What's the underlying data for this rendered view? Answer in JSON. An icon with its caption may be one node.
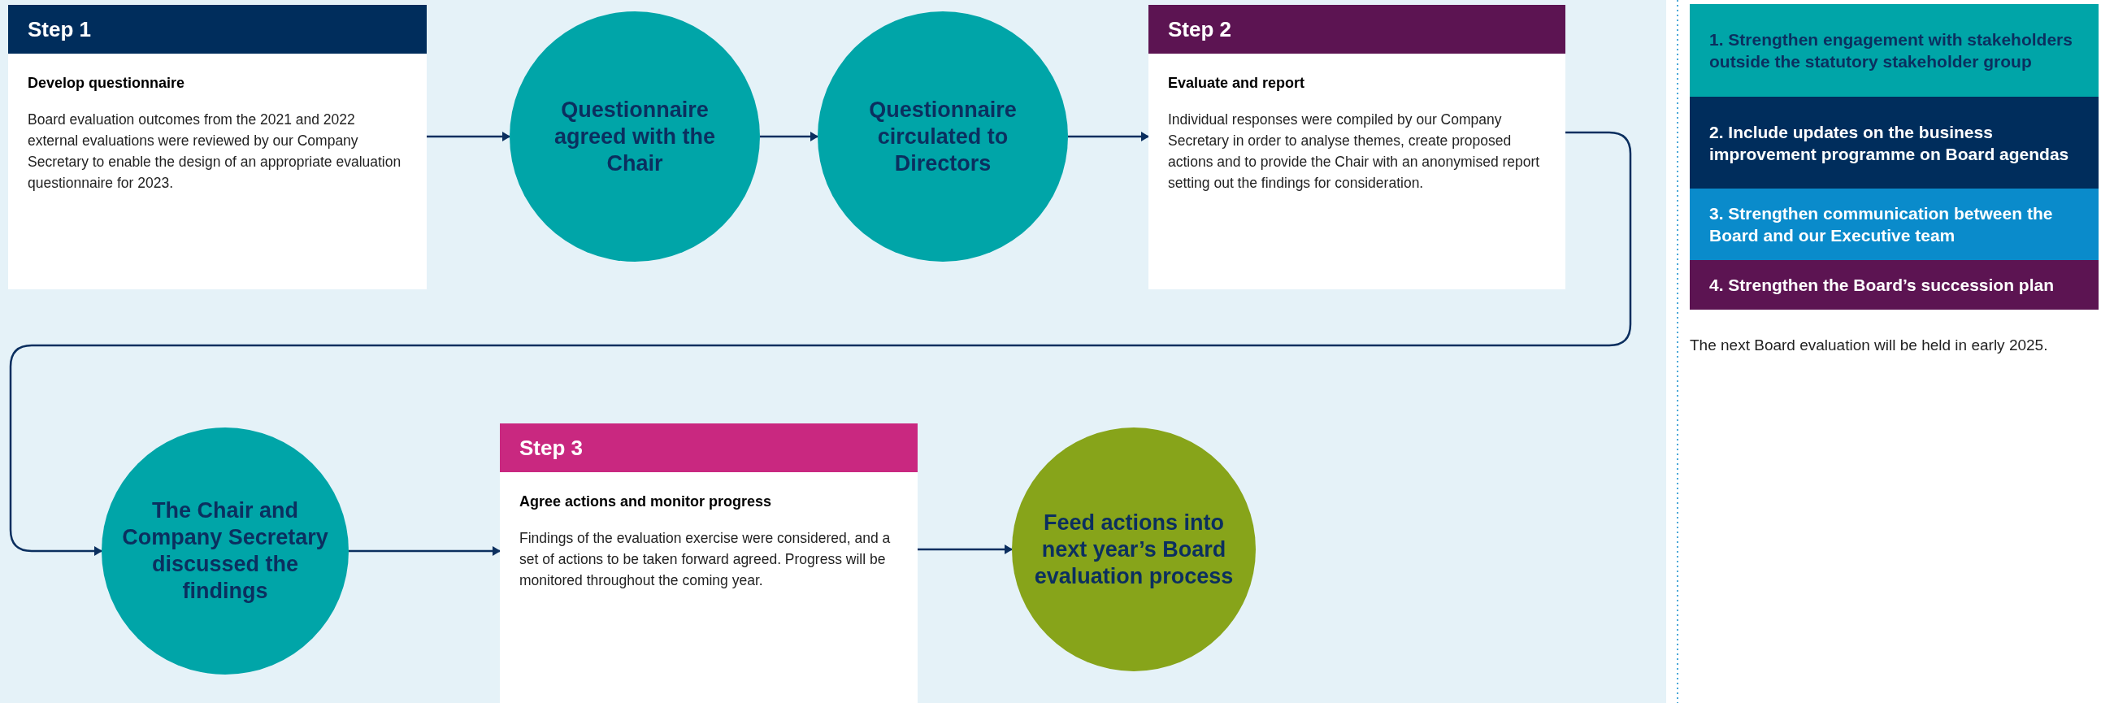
{
  "diagram": {
    "nodes": [
      {
        "text": [
          "Step 1",
          "Develop questionnaire",
          "Board evaluation outcomes from the 2021 and 2022 external evaluations were reviewed by our Company Secretary to enable the design of an appropriate evaluation questionnaire for 2023."
        ]
      },
      {
        "text": [
          "Questionnaire agreed with the Chair"
        ]
      },
      {
        "text": [
          "Questionnaire circulated to Directors"
        ]
      },
      {
        "text": [
          "Step 2",
          "Evaluate and report",
          "Individual responses were compiled by our Company Secretary in order to analyse themes, create proposed actions and to provide the Chair with an anonymised report setting out the findings for consideration."
        ]
      },
      {
        "text": [
          "The Chair and Company Secretary discussed the findings"
        ]
      },
      {
        "text": [
          "Step 3",
          "Agree actions and monitor progress",
          "Findings of the evaluation exercise were considered, and a set of actions to be taken forward agreed. Progress will be monitored throughout the coming year."
        ]
      },
      {
        "text": [
          "Feed actions into next year’s Board evaluation process"
        ]
      },
      {
        "text": [
          "1. Strengthen engagement with stakeholders outside the statutory stakeholder group"
        ]
      },
      {
        "text": [
          "2. Include updates on the business improvement programme on Board agendas"
        ]
      },
      {
        "text": [
          "3. Strengthen communication between the Board and our Executive team"
        ]
      },
      {
        "text": [
          "4. Strengthen the Board’s succession plan"
        ]
      }
    ],
    "edges": [
      {
        "from": 0,
        "to": 1,
        "arrow": "to"
      },
      {
        "from": 1,
        "to": 2,
        "arrow": "to"
      },
      {
        "from": 2,
        "to": 3,
        "arrow": "to"
      },
      {
        "from": 3,
        "to": 4,
        "arrow": "to"
      },
      {
        "from": 4,
        "to": 5,
        "arrow": "to"
      },
      {
        "from": 5,
        "to": 6,
        "arrow": "to"
      }
    ],
    "labels": [
      "The next Board evaluation will be held in early 2025."
    ]
  }
}
